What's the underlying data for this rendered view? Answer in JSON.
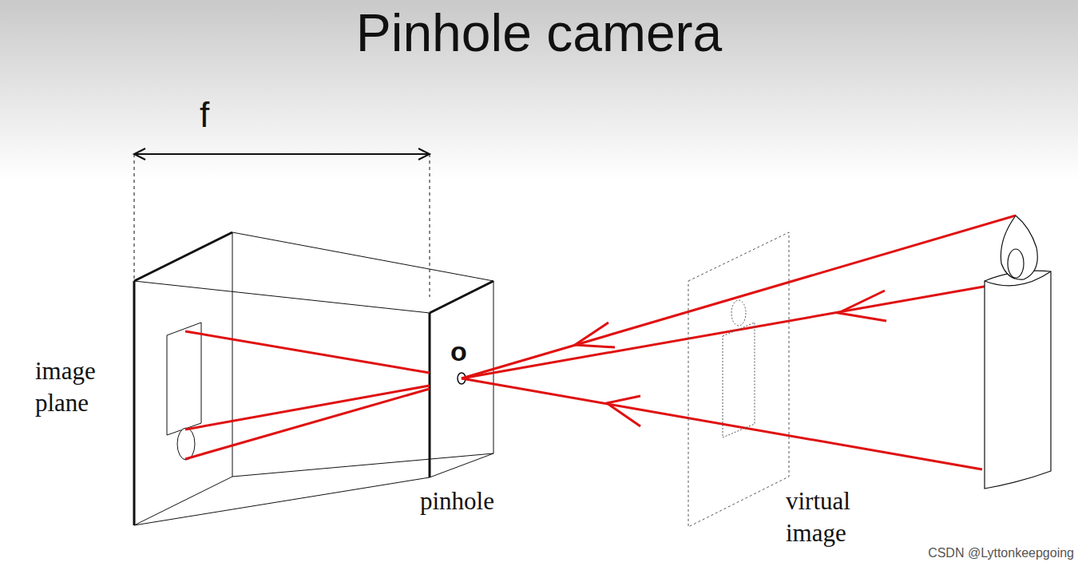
{
  "diagram": {
    "title": "Pinhole camera",
    "labels": [
      "f",
      "image plane",
      "o",
      "pinhole",
      "virtual image",
      "CSDN @Lyttonkeepgoing"
    ]
  }
}
